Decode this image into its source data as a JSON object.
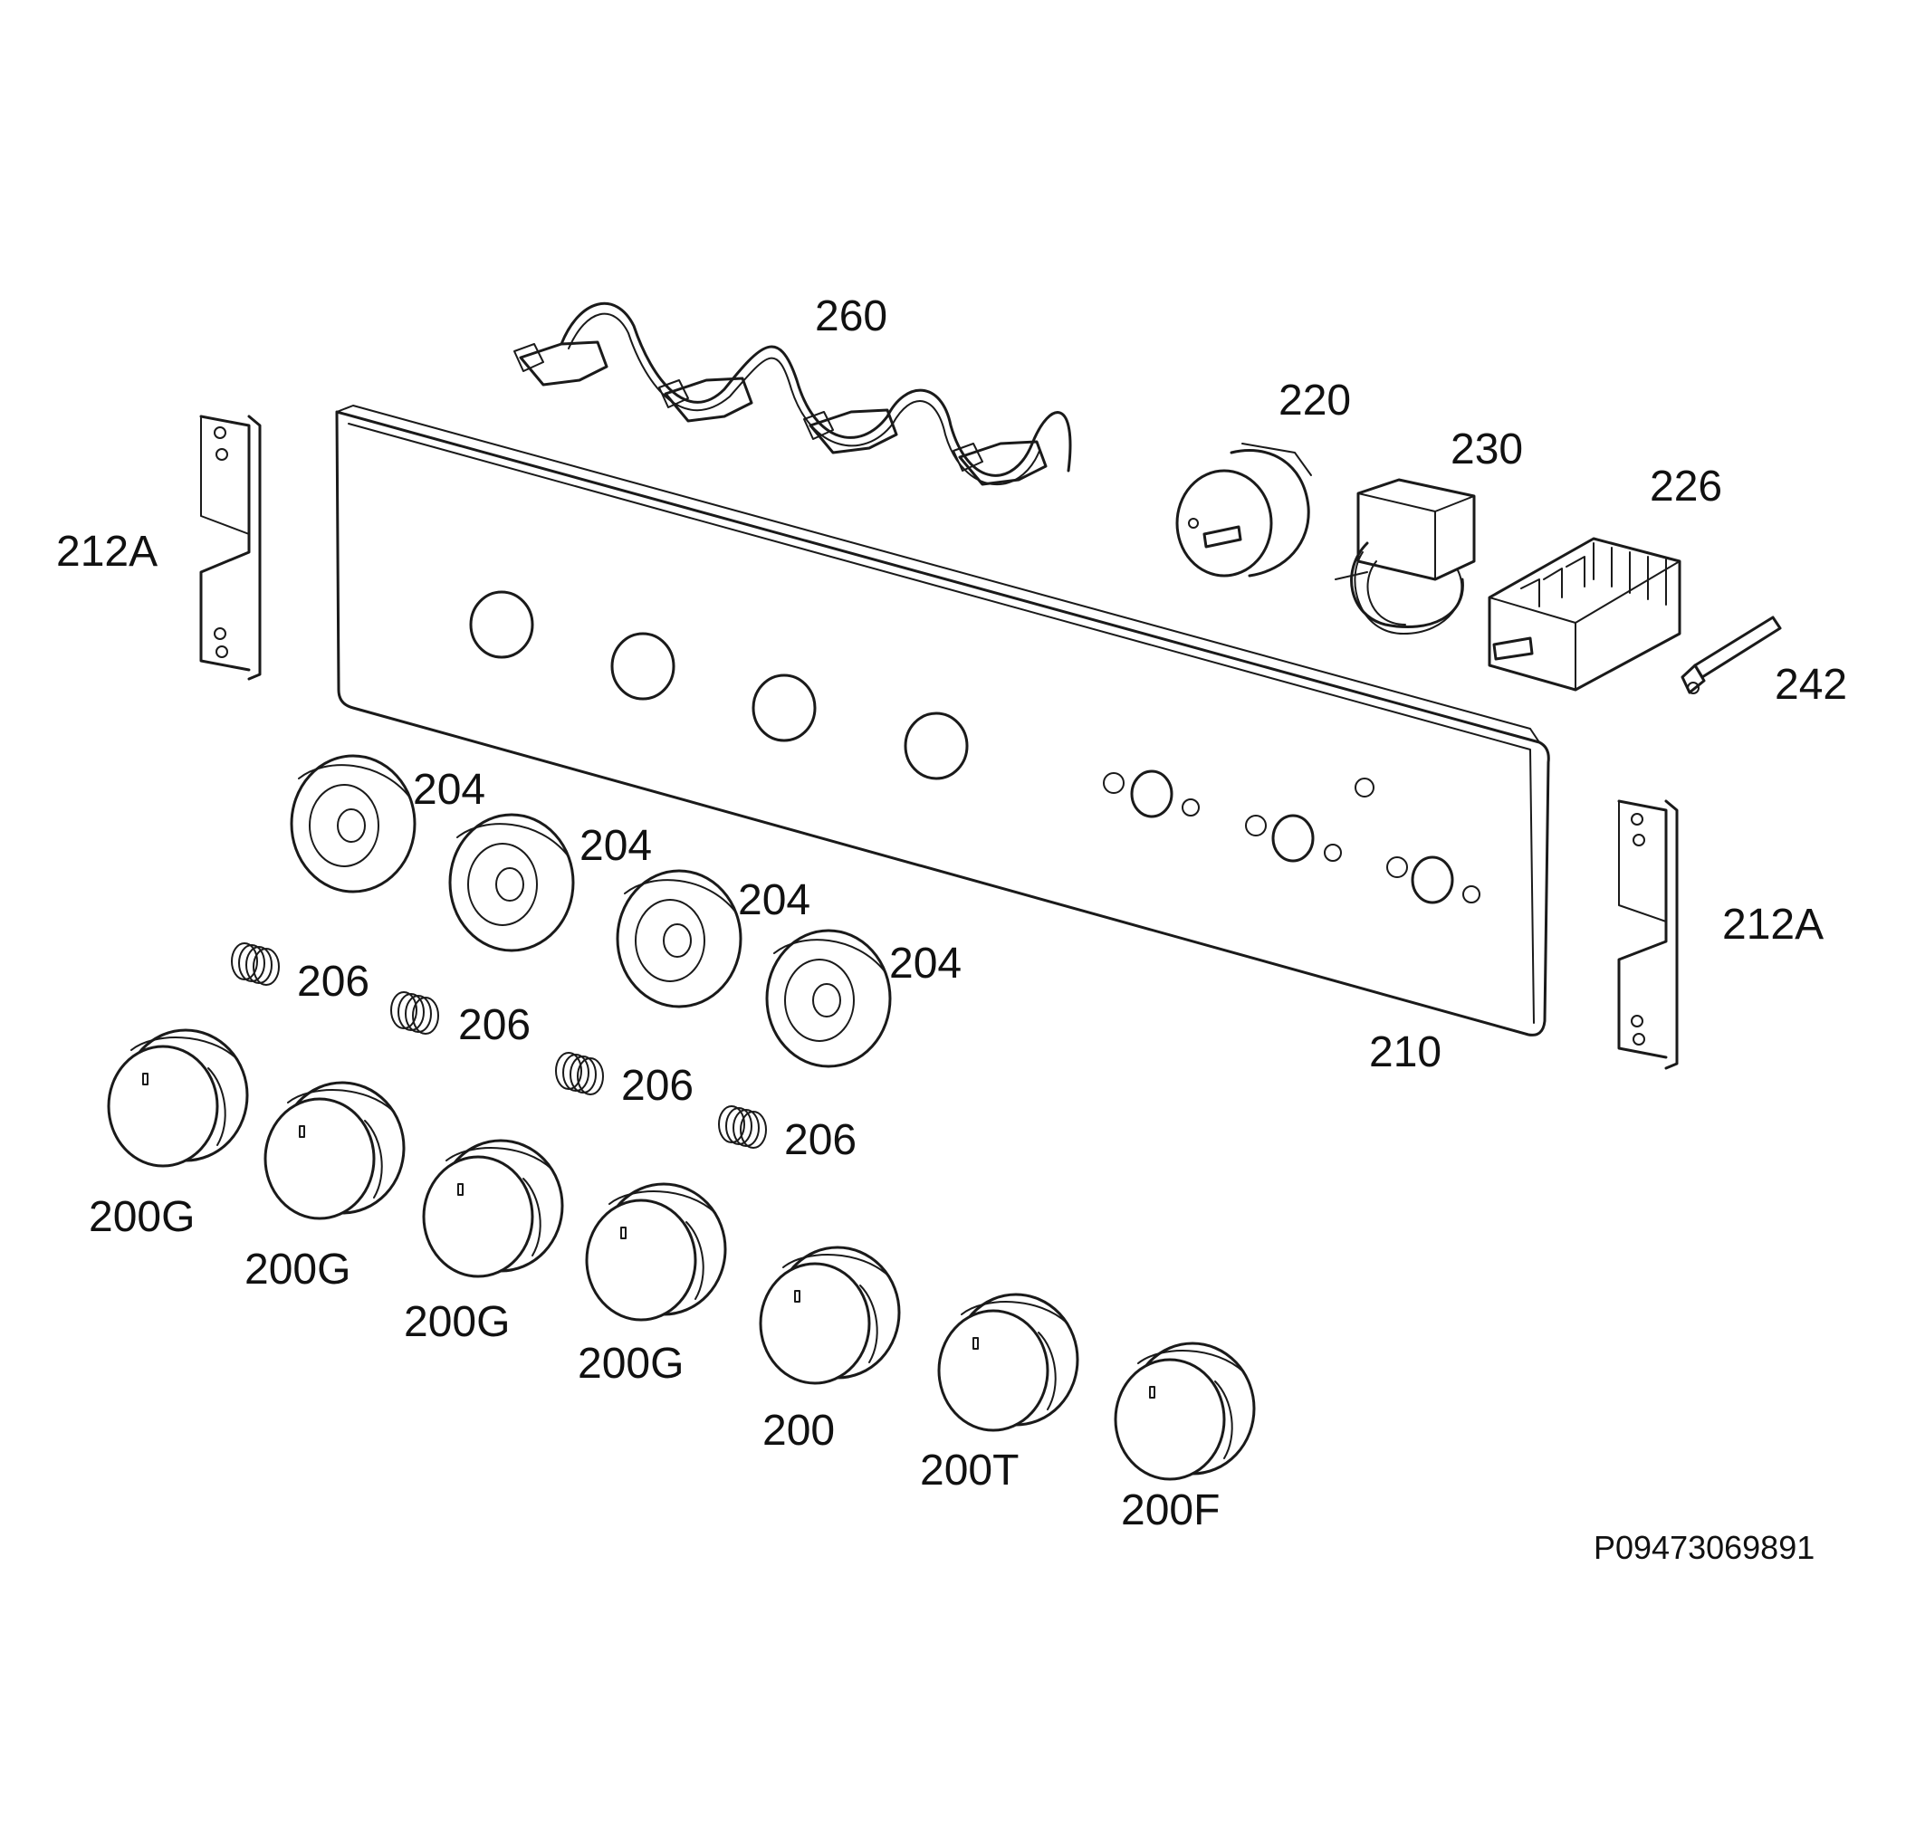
{
  "drawing_code": "P09473069891",
  "labels": {
    "p260": "260",
    "p220": "220",
    "p230": "230",
    "p226": "226",
    "p242": "242",
    "p212a_left": "212A",
    "p212a_right": "212A",
    "p210": "210",
    "p204_1": "204",
    "p204_2": "204",
    "p204_3": "204",
    "p204_4": "204",
    "p206_1": "206",
    "p206_2": "206",
    "p206_3": "206",
    "p206_4": "206",
    "p200g_1": "200G",
    "p200g_2": "200G",
    "p200g_3": "200G",
    "p200g_4": "200G",
    "p200": "200",
    "p200t": "200T",
    "p200f": "200F"
  }
}
